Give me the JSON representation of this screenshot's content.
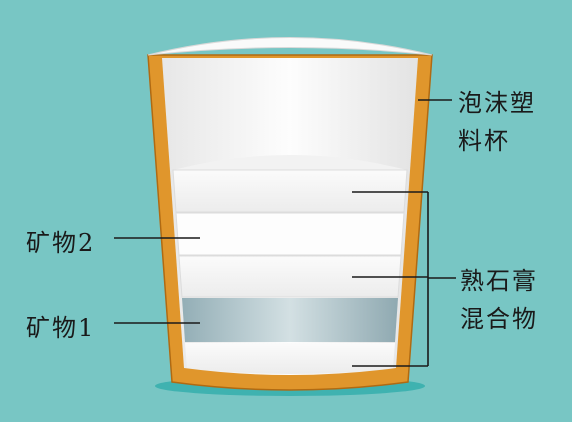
{
  "labels": {
    "cup": "泡沫塑\n料杯",
    "mineral2": "矿物2",
    "mineral1": "矿物1",
    "plaster": "熟石膏\n混合物"
  },
  "colors": {
    "background": "#78c6c4",
    "cup_orange": "#e0962c",
    "cup_inner": "#f4f4f4",
    "plaster": "#f6f6f6",
    "mineral1_band": "#a7bfc6",
    "shadow": "#3fb2b0"
  }
}
